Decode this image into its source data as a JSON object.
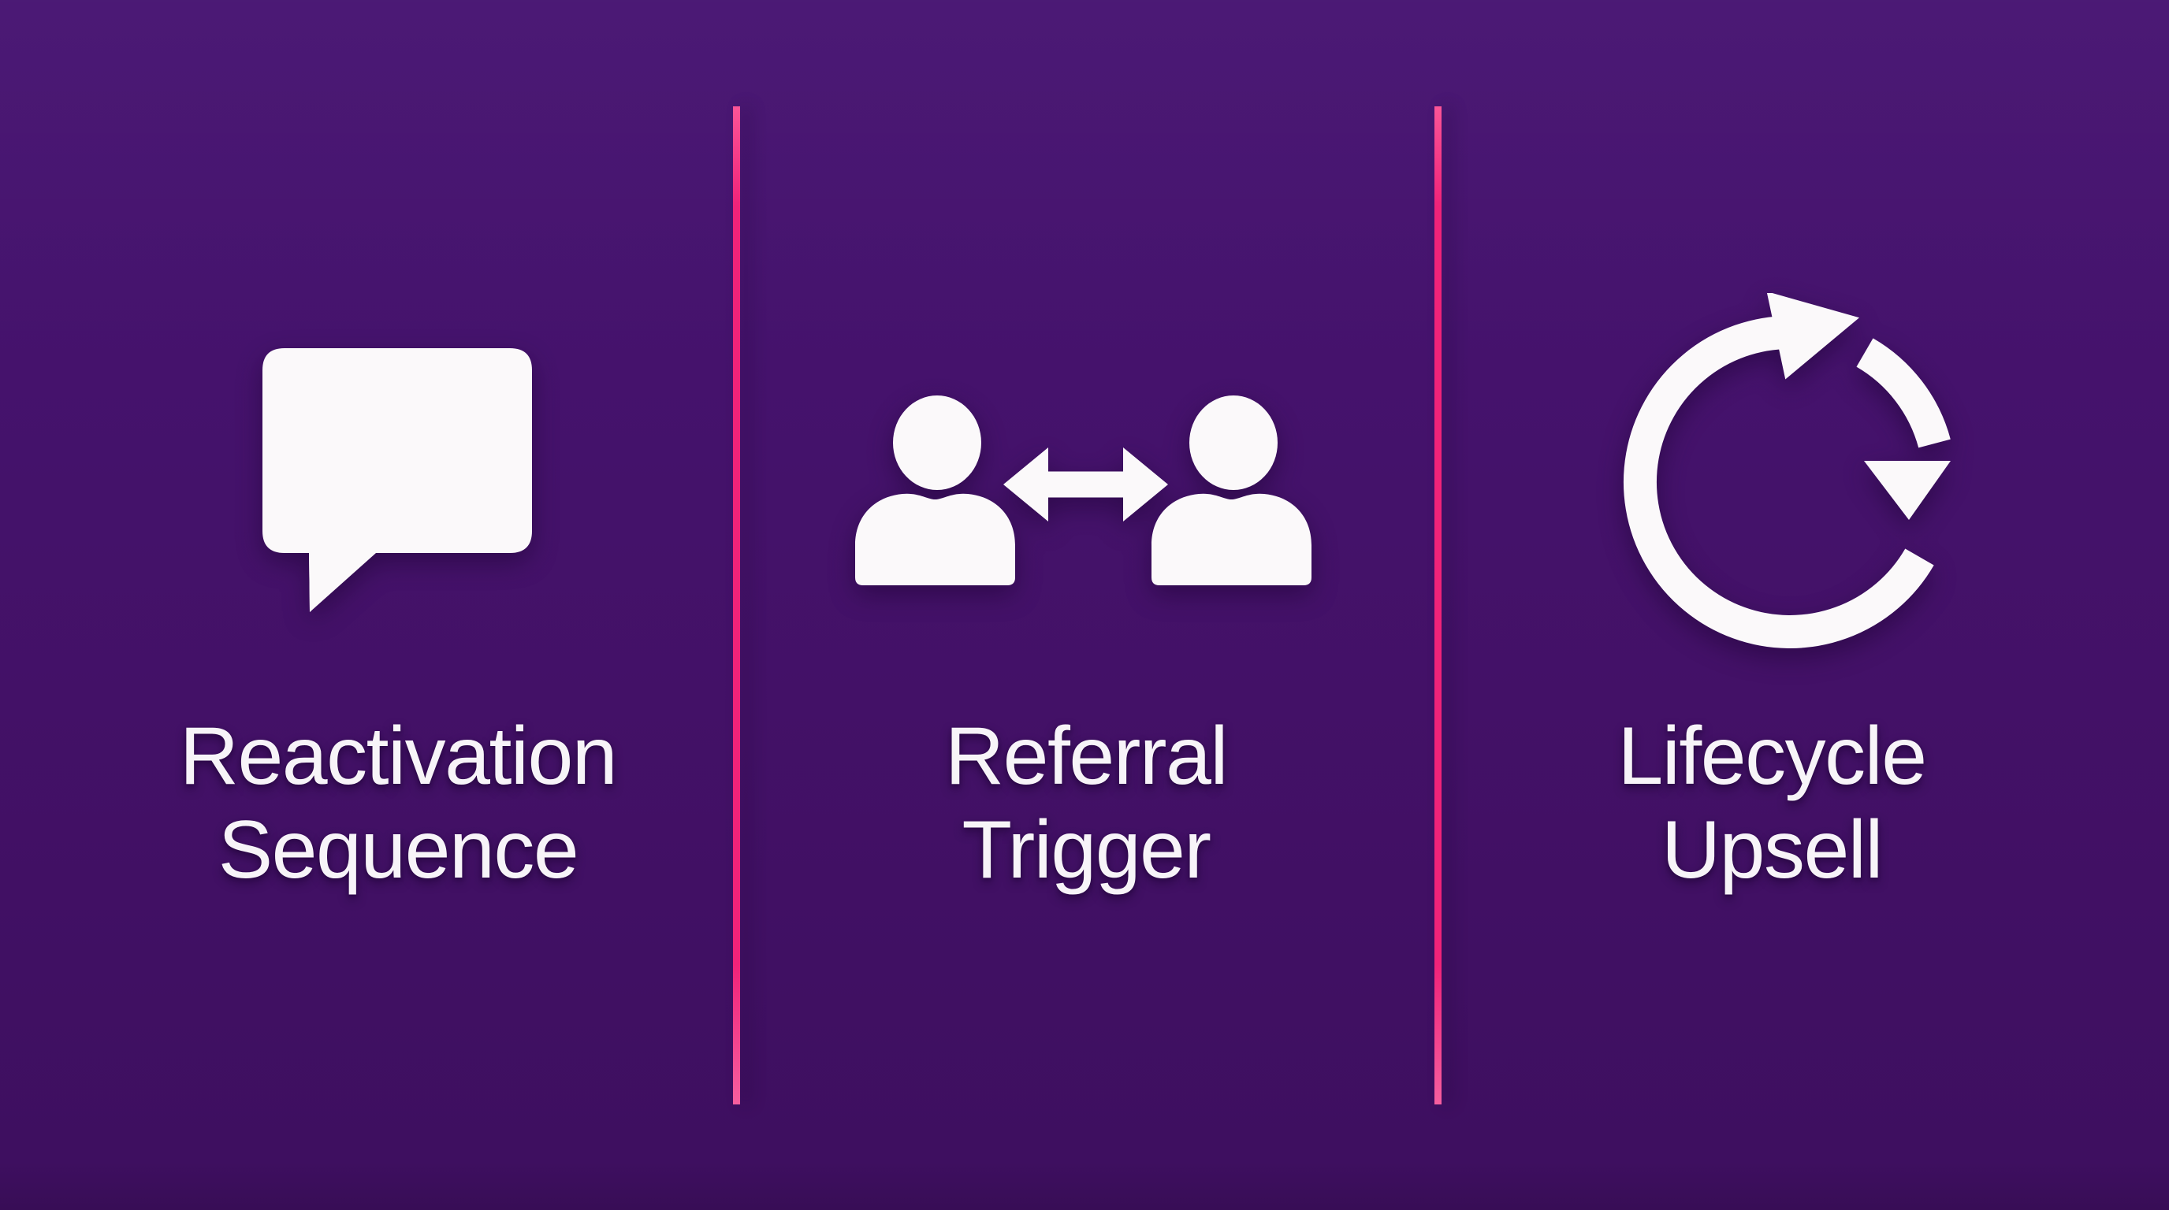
{
  "colors": {
    "bg-top": "#471472",
    "bg-mid": "#431167",
    "bg-bottom": "#3e0f60",
    "bg-band": "#380d56",
    "accent": "#f02379",
    "icon": "#fbf9fa",
    "text": "#f7f4f8"
  },
  "panels": [
    {
      "icon": "speech-bubble",
      "label_line1": "Reactivation",
      "label_line2": "Sequence"
    },
    {
      "icon": "people-exchange",
      "label_line1": "Referral",
      "label_line2": "Trigger"
    },
    {
      "icon": "cycle-arrows",
      "label_line1": "Lifecycle",
      "label_line2": "Upsell"
    }
  ]
}
